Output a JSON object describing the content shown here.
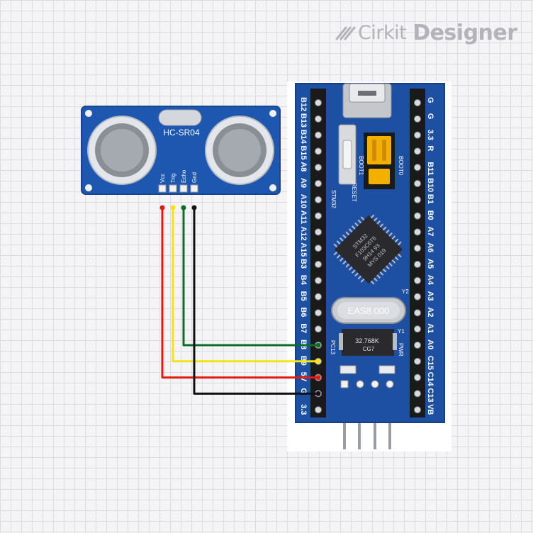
{
  "watermark": {
    "brand": "Cirkit",
    "product": "Designer"
  },
  "sensor": {
    "model": "HC-SR04",
    "pins": [
      "Vcc",
      "Trig",
      "Echo",
      "Gnd"
    ]
  },
  "board": {
    "left_pins": [
      "B12",
      "B13",
      "B14",
      "B15",
      "A8",
      "A9",
      "A10",
      "A11",
      "A12",
      "A15",
      "B3",
      "B4",
      "B5",
      "B6",
      "B7",
      "B8",
      "B9",
      "5V",
      "G",
      "3.3"
    ],
    "right_pins": [
      "G",
      "G",
      "3.3",
      "R",
      "B11",
      "B10",
      "B1",
      "B0",
      "A7",
      "A6",
      "A5",
      "A4",
      "A3",
      "A2",
      "A1",
      "A0",
      "C15",
      "C14",
      "C13",
      "VB"
    ],
    "labels": {
      "mcu": "STM32",
      "chip_line1": "STM32",
      "chip_line2": "F103C6T6",
      "chip_line3": "9H14 93",
      "chip_line4": "MYS 019",
      "crystal_main": "EAS8.000",
      "crystal_rtc": "32.768K",
      "crystal_rtc_sub": "CG7",
      "boot0": "BOOT0",
      "boot1": "BOOT1",
      "reset": "RESET",
      "pc13": "PC13",
      "pwr": "PWR",
      "y1": "Y1",
      "y2": "Y2"
    }
  },
  "wires": [
    {
      "from": "Echo",
      "to": "B8",
      "color": "#0f6b2a"
    },
    {
      "from": "Trig",
      "to": "B9",
      "color": "#f7e312"
    },
    {
      "from": "Vcc",
      "to": "5V",
      "color": "#e51b12"
    },
    {
      "from": "Gnd",
      "to": "G",
      "color": "#111111"
    }
  ],
  "colors": {
    "pcb": "#1d4fa3",
    "pcb_dark": "#163f86",
    "header": "#1a1a1a"
  }
}
